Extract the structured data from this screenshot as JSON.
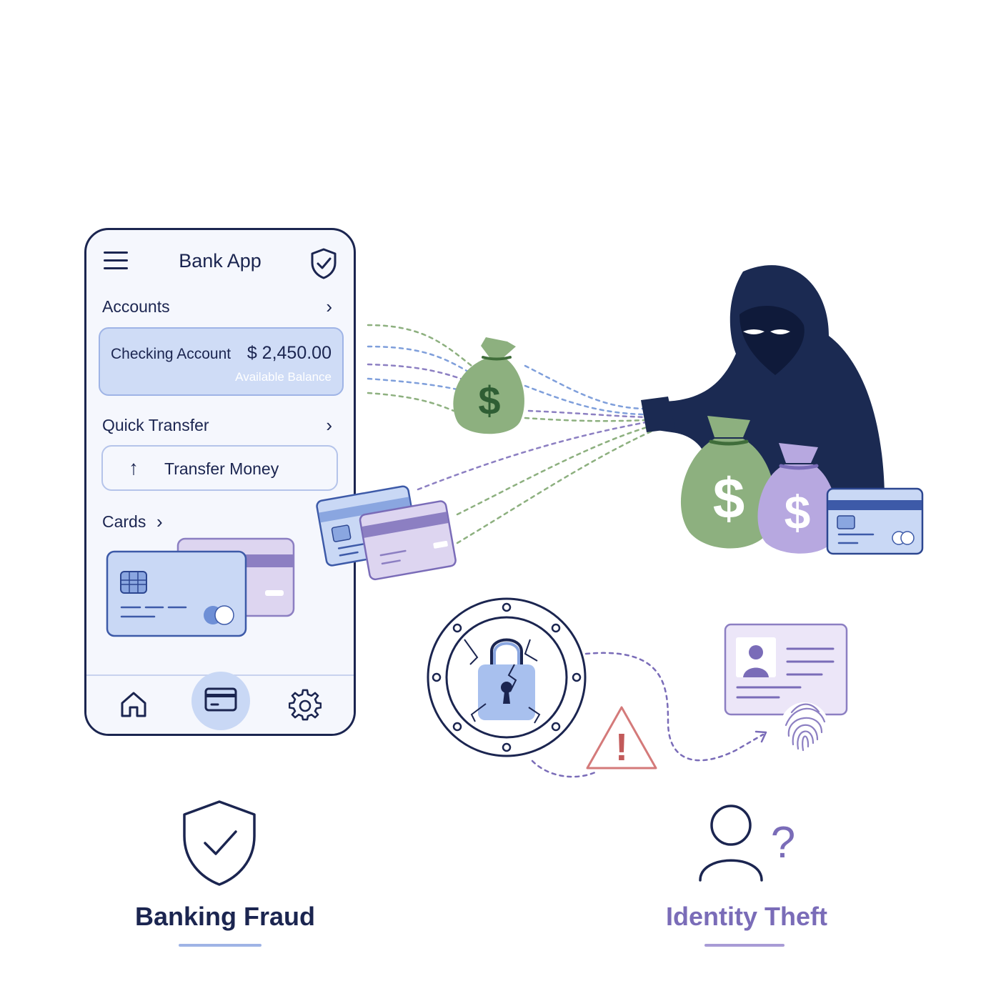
{
  "phone": {
    "app_title": "Bank App",
    "accounts": {
      "label": "Accounts",
      "account_name": "Checking Account",
      "balance": "$ 2,450.00",
      "balance_caption": "Available Balance"
    },
    "quick_transfer": {
      "label": "Quick Transfer",
      "button_label": "Transfer Money"
    },
    "cards": {
      "label": "Cards"
    },
    "nav": {
      "items": [
        "home-icon",
        "card-icon",
        "gear-icon"
      ],
      "active": "card-icon"
    }
  },
  "illustration": {
    "money_bag_symbol": "$",
    "warning_symbol": "!",
    "question_symbol": "?"
  },
  "captions": {
    "banking_fraud": "Banking Fraud",
    "identity_theft": "Identity Theft"
  },
  "colors": {
    "navy": "#1b2550",
    "card_blue": "#c9d8f5",
    "card_purple": "#ddd5f0",
    "money_green": "#8db07f",
    "warning_red": "#d47a7a",
    "identity_purple": "#7a6cb8"
  }
}
